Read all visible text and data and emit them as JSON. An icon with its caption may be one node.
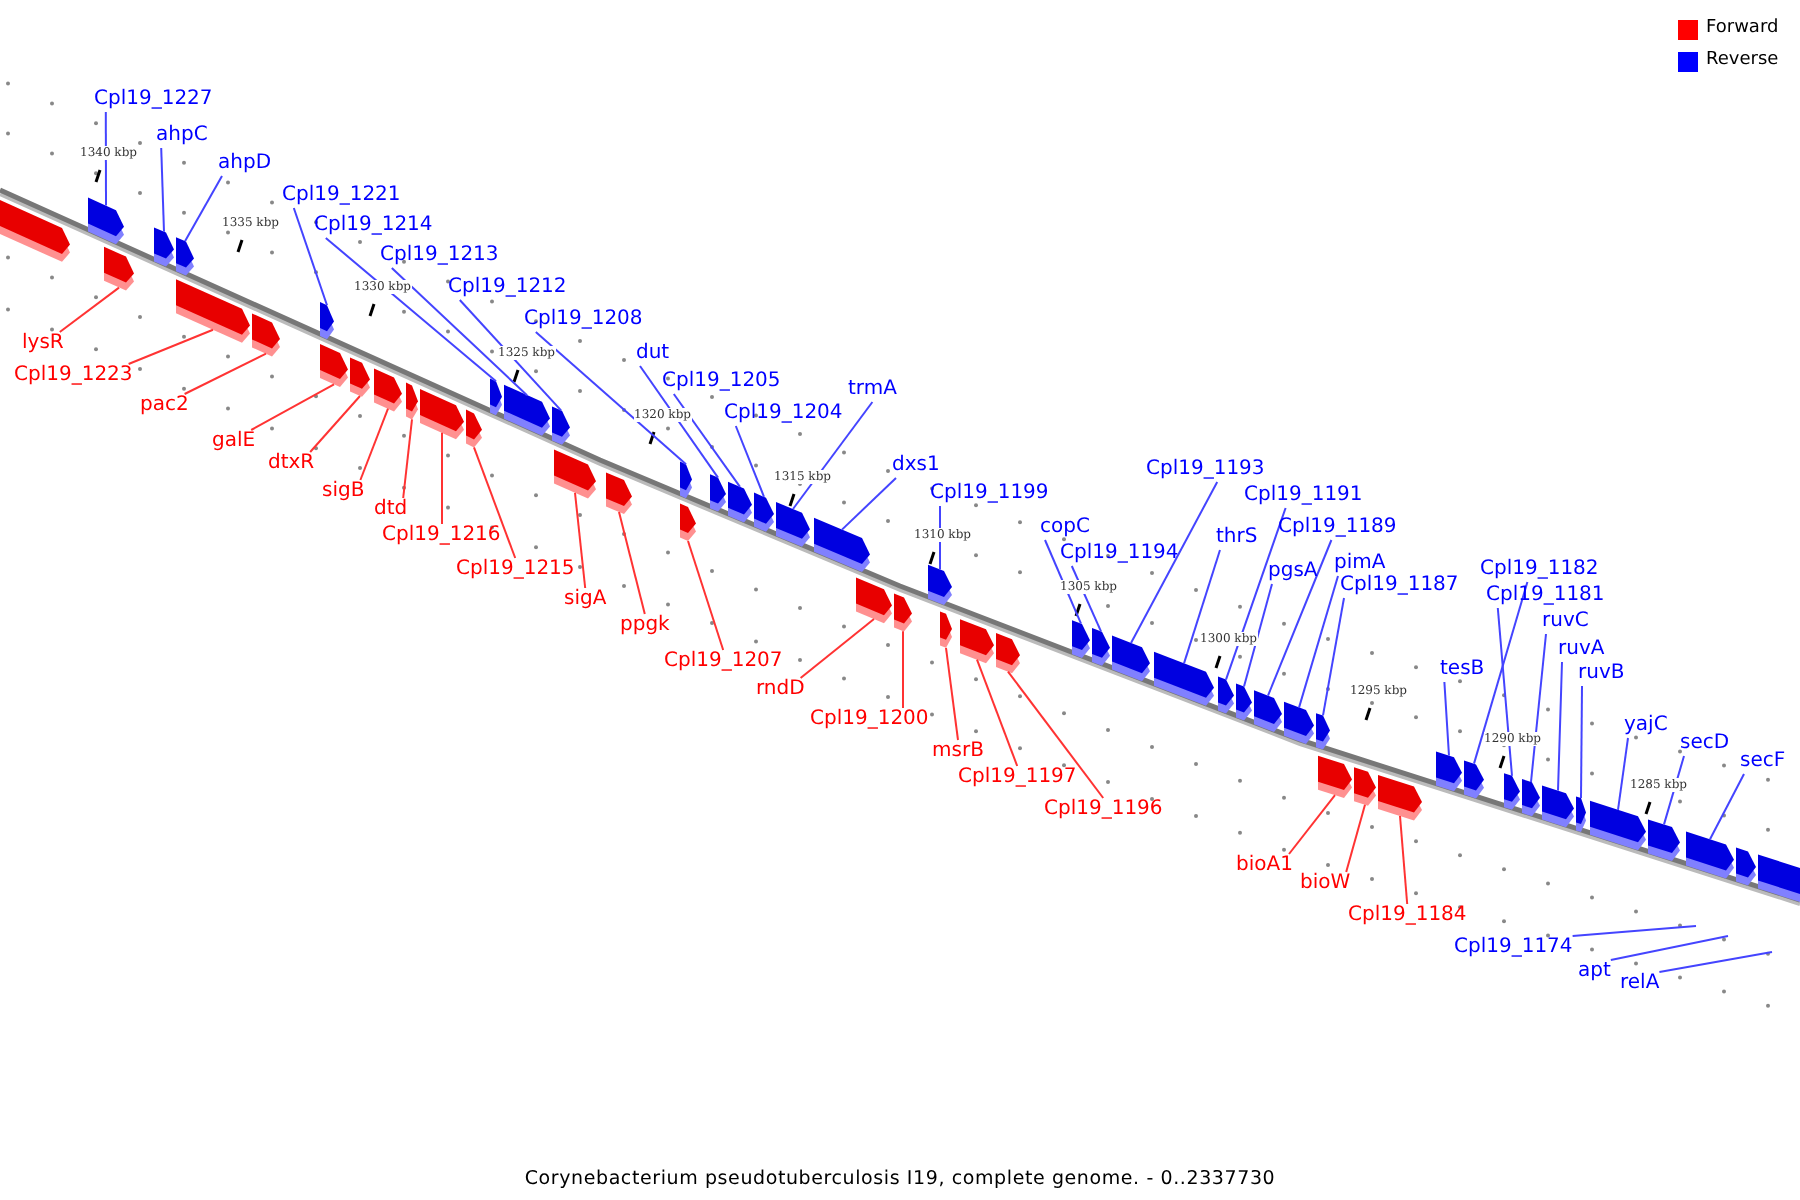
{
  "diagram": {
    "caption": "Corynebacterium pseudotuberculosis I19, complete genome. - 0..2337730",
    "nodes": [
      {
        "text": [],
        "shape": "arrow"
      },
      {
        "text": [
          "Cpl19_1227"
        ]
      },
      {
        "text": [],
        "shape": "arrow"
      },
      {
        "text": [
          "lysR"
        ]
      },
      {
        "text": [],
        "shape": "arrow"
      },
      {
        "text": [
          "ahpC"
        ]
      },
      {
        "text": [],
        "shape": "arrow"
      },
      {
        "text": [
          "ahpD"
        ]
      },
      {
        "text": [],
        "shape": "arrow"
      },
      {
        "text": [
          "Cpl19_1223"
        ]
      },
      {
        "text": [],
        "shape": "arrow"
      },
      {
        "text": [
          "pac2"
        ]
      },
      {
        "text": [],
        "shape": "arrow"
      },
      {
        "text": [
          "Cpl19_1221"
        ]
      },
      {
        "text": [],
        "shape": "arrow"
      },
      {
        "text": [
          "galE"
        ]
      },
      {
        "text": [],
        "shape": "arrow"
      },
      {
        "text": [
          "dtxR"
        ]
      },
      {
        "text": [],
        "shape": "arrow"
      },
      {
        "text": [
          "sigB"
        ]
      },
      {
        "text": [],
        "shape": "arrow"
      },
      {
        "text": [
          "dtd"
        ]
      },
      {
        "text": [],
        "shape": "arrow"
      },
      {
        "text": [
          "Cpl19_1216"
        ]
      },
      {
        "text": [],
        "shape": "arrow"
      },
      {
        "text": [
          "Cpl19_1215"
        ]
      },
      {
        "text": [],
        "shape": "arrow"
      },
      {
        "text": [
          "Cpl19_1214"
        ]
      },
      {
        "text": [],
        "shape": "arrow"
      },
      {
        "text": [
          "Cpl19_1213"
        ]
      },
      {
        "text": [],
        "shape": "arrow"
      },
      {
        "text": [
          "Cpl19_1212"
        ]
      },
      {
        "text": [],
        "shape": "arrow"
      },
      {
        "text": [
          "sigA"
        ]
      },
      {
        "text": [],
        "shape": "arrow"
      },
      {
        "text": [
          "ppgk"
        ]
      },
      {
        "text": [],
        "shape": "arrow"
      },
      {
        "text": [
          "Cpl19_1208"
        ]
      },
      {
        "text": [],
        "shape": "arrow"
      },
      {
        "text": [
          "Cpl19_1207"
        ]
      },
      {
        "text": [],
        "shape": "arrow"
      },
      {
        "text": [
          "dut"
        ]
      },
      {
        "text": [],
        "shape": "arrow"
      },
      {
        "text": [
          "Cpl19_1205"
        ]
      },
      {
        "text": [],
        "shape": "arrow"
      },
      {
        "text": [
          "Cpl19_1204"
        ]
      },
      {
        "text": [],
        "shape": "arrow"
      },
      {
        "text": [
          "trmA"
        ]
      },
      {
        "text": [],
        "shape": "arrow"
      },
      {
        "text": [
          "dxs1"
        ]
      },
      {
        "text": [],
        "shape": "arrow"
      },
      {
        "text": [
          "rndD"
        ]
      },
      {
        "text": [],
        "shape": "arrow"
      },
      {
        "text": [
          "Cpl19_1200"
        ]
      },
      {
        "text": [],
        "shape": "arrow"
      },
      {
        "text": [
          "Cpl19_1199"
        ]
      },
      {
        "text": [],
        "shape": "arrow"
      },
      {
        "text": [
          "msrB"
        ]
      },
      {
        "text": [],
        "shape": "arrow"
      },
      {
        "text": [
          "Cpl19_1197"
        ]
      },
      {
        "text": [],
        "shape": "arrow"
      },
      {
        "text": [
          "Cpl19_1196"
        ]
      },
      {
        "text": [],
        "shape": "arrow"
      },
      {
        "text": [
          "copC"
        ]
      },
      {
        "text": [],
        "shape": "arrow"
      },
      {
        "text": [
          "Cpl19_1194"
        ]
      },
      {
        "text": [],
        "shape": "arrow"
      },
      {
        "text": [
          "Cpl19_1193"
        ]
      },
      {
        "text": [],
        "shape": "arrow"
      },
      {
        "text": [
          "thrS"
        ]
      },
      {
        "text": [],
        "shape": "arrow"
      },
      {
        "text": [
          "Cpl19_1191"
        ]
      },
      {
        "text": [],
        "shape": "arrow"
      },
      {
        "text": [
          "pgsA"
        ]
      },
      {
        "text": [],
        "shape": "arrow"
      },
      {
        "text": [
          "Cpl19_1189"
        ]
      },
      {
        "text": [],
        "shape": "arrow"
      },
      {
        "text": [
          "pimA"
        ]
      },
      {
        "text": [],
        "shape": "arrow"
      },
      {
        "text": [
          "Cpl19_1187"
        ]
      },
      {
        "text": [],
        "shape": "arrow"
      },
      {
        "text": [
          "bioA1"
        ]
      },
      {
        "text": [],
        "shape": "arrow"
      },
      {
        "text": [
          "bioW"
        ]
      },
      {
        "text": [],
        "shape": "arrow"
      },
      {
        "text": [
          "Cpl19_1184"
        ]
      },
      {
        "text": [],
        "shape": "arrow"
      },
      {
        "text": [
          "tesB"
        ]
      },
      {
        "text": [],
        "shape": "arrow"
      },
      {
        "text": [
          "Cpl19_1182"
        ]
      },
      {
        "text": [],
        "shape": "arrow"
      },
      {
        "text": [
          "Cpl19_1181"
        ]
      },
      {
        "text": [],
        "shape": "arrow"
      },
      {
        "text": [
          "ruvC"
        ]
      },
      {
        "text": [],
        "shape": "arrow"
      },
      {
        "text": [
          "ruvA"
        ]
      },
      {
        "text": [],
        "shape": "arrow"
      },
      {
        "text": [
          "ruvB"
        ]
      },
      {
        "text": [],
        "shape": "arrow"
      },
      {
        "text": [
          "yajC"
        ]
      },
      {
        "text": [],
        "shape": "arrow"
      },
      {
        "text": [
          "secD"
        ]
      },
      {
        "text": [],
        "shape": "arrow"
      },
      {
        "text": [
          "secF"
        ]
      },
      {
        "text": [],
        "shape": "arrow"
      },
      {
        "text": [],
        "shape": "arrow"
      },
      {
        "text": [],
        "shape": "arrow"
      },
      {
        "text": [
          "Cpl19_1174"
        ]
      },
      {
        "text": [
          "apt"
        ]
      },
      {
        "text": [
          "relA"
        ]
      }
    ],
    "edges": [
      {
        "from": 1,
        "to": 2,
        "arrow": "none"
      },
      {
        "from": 3,
        "to": 4,
        "arrow": "none",
        "color": "#ff3333"
      },
      {
        "from": 5,
        "to": 6,
        "arrow": "none"
      },
      {
        "from": 7,
        "to": 8,
        "arrow": "none"
      },
      {
        "from": 9,
        "to": 10,
        "arrow": "none",
        "color": "#ff3333"
      },
      {
        "from": 11,
        "to": 12,
        "arrow": "none",
        "color": "#ff3333"
      },
      {
        "from": 13,
        "to": 14,
        "arrow": "none"
      },
      {
        "from": 15,
        "to": 16,
        "arrow": "none",
        "color": "#ff3333"
      },
      {
        "from": 17,
        "to": 18,
        "arrow": "none",
        "color": "#ff3333"
      },
      {
        "from": 19,
        "to": 20,
        "arrow": "none",
        "color": "#ff3333"
      },
      {
        "from": 21,
        "to": 22,
        "arrow": "none",
        "color": "#ff3333"
      },
      {
        "from": 23,
        "to": 24,
        "arrow": "none",
        "color": "#ff3333"
      },
      {
        "from": 25,
        "to": 26,
        "arrow": "none",
        "color": "#ff3333"
      },
      {
        "from": 27,
        "to": 28,
        "arrow": "none"
      },
      {
        "from": 29,
        "to": 30,
        "arrow": "none"
      },
      {
        "from": 31,
        "to": 32,
        "arrow": "none"
      },
      {
        "from": 33,
        "to": 34,
        "arrow": "none",
        "color": "#ff3333"
      },
      {
        "from": 35,
        "to": 36,
        "arrow": "none",
        "color": "#ff3333"
      },
      {
        "from": 37,
        "to": 38,
        "arrow": "none"
      },
      {
        "from": 39,
        "to": 40,
        "arrow": "none",
        "color": "#ff3333"
      },
      {
        "from": 41,
        "to": 42,
        "arrow": "none"
      },
      {
        "from": 43,
        "to": 44,
        "arrow": "none"
      },
      {
        "from": 45,
        "to": 46,
        "arrow": "none"
      },
      {
        "from": 47,
        "to": 48,
        "arrow": "none"
      },
      {
        "from": 49,
        "to": 50,
        "arrow": "none"
      },
      {
        "from": 51,
        "to": 52,
        "arrow": "none",
        "color": "#ff3333"
      },
      {
        "from": 53,
        "to": 54,
        "arrow": "none",
        "color": "#ff3333"
      },
      {
        "from": 55,
        "to": 56,
        "arrow": "none"
      },
      {
        "from": 57,
        "to": 58,
        "arrow": "none",
        "color": "#ff3333"
      },
      {
        "from": 59,
        "to": 60,
        "arrow": "none",
        "color": "#ff3333"
      },
      {
        "from": 61,
        "to": 62,
        "arrow": "none",
        "color": "#ff3333"
      },
      {
        "from": 63,
        "to": 64,
        "arrow": "none"
      },
      {
        "from": 65,
        "to": 66,
        "arrow": "none"
      },
      {
        "from": 67,
        "to": 68,
        "arrow": "none"
      },
      {
        "from": 69,
        "to": 70,
        "arrow": "none"
      },
      {
        "from": 71,
        "to": 72,
        "arrow": "none"
      },
      {
        "from": 73,
        "to": 74,
        "arrow": "none"
      },
      {
        "from": 75,
        "to": 76,
        "arrow": "none"
      },
      {
        "from": 77,
        "to": 78,
        "arrow": "none"
      },
      {
        "from": 79,
        "to": 80,
        "arrow": "none"
      },
      {
        "from": 81,
        "to": 82,
        "arrow": "none",
        "color": "#ff3333"
      },
      {
        "from": 83,
        "to": 84,
        "arrow": "none",
        "color": "#ff3333"
      },
      {
        "from": 85,
        "to": 86,
        "arrow": "none",
        "color": "#ff3333"
      },
      {
        "from": 87,
        "to": 88,
        "arrow": "none"
      },
      {
        "from": 89,
        "to": 90,
        "arrow": "none"
      },
      {
        "from": 91,
        "to": 92,
        "arrow": "none"
      },
      {
        "from": 93,
        "to": 94,
        "arrow": "none"
      },
      {
        "from": 95,
        "to": 96,
        "arrow": "none"
      },
      {
        "from": 97,
        "to": 98,
        "arrow": "none"
      },
      {
        "from": 99,
        "to": 100,
        "arrow": "none"
      },
      {
        "from": 101,
        "to": 102,
        "arrow": "none"
      },
      {
        "from": 103,
        "to": 104,
        "arrow": "none"
      },
      {
        "from": 107,
        "to": null,
        "arrow": "none"
      },
      {
        "from": 108,
        "to": null,
        "arrow": "none"
      },
      {
        "from": 109,
        "to": null,
        "arrow": "none"
      }
    ],
    "labels": [
      "1340 kbp",
      "1335 kbp",
      "1330 kbp",
      "1325 kbp",
      "1320 kbp",
      "1315 kbp",
      "1310 kbp",
      "1305 kbp",
      "1300 kbp",
      "1295 kbp",
      "1290 kbp",
      "1285 kbp"
    ],
    "legend": [
      {
        "text": "Forward",
        "color": "#ff0000"
      },
      {
        "text": "Reverse",
        "color": "#0000ff"
      }
    ]
  }
}
